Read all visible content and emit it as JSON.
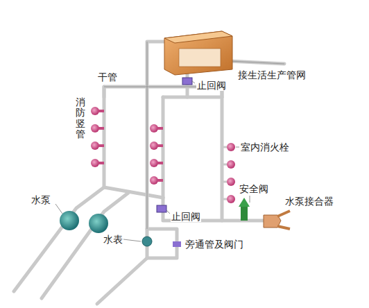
{
  "diagram": {
    "labels": [
      "接生活生产管网",
      "干管",
      "消防竖管",
      "止回阀",
      "室内消火栓",
      "安全阀",
      "水泵",
      "止回阀",
      "水泵接合器",
      "水表",
      "旁通管及阀门"
    ]
  }
}
